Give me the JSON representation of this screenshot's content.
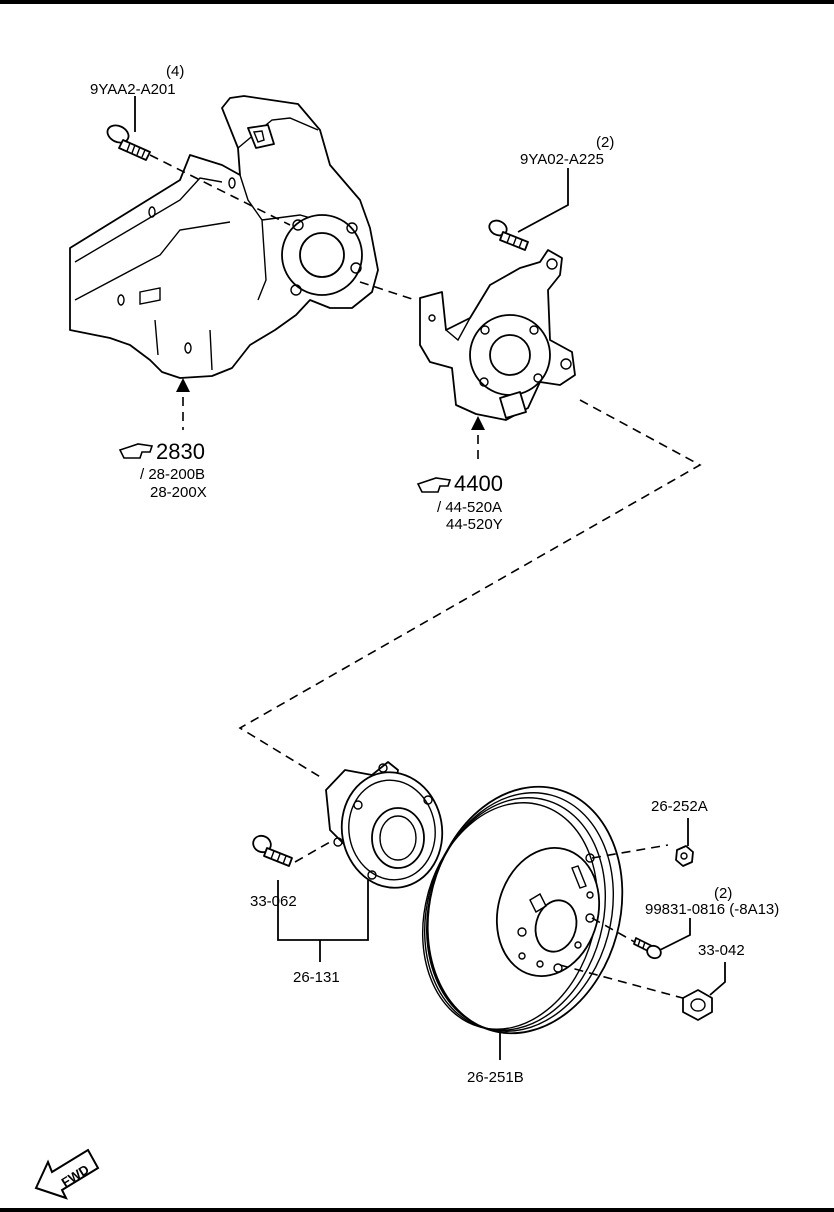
{
  "labels": {
    "bolt_upper_qty": "(4)",
    "bolt_upper": "9YAA2-A201",
    "bolt_knuckle_qty": "(2)",
    "bolt_knuckle": "9YA02-A225",
    "ref_2830": "2830",
    "ref_2830_sub1": "/ 28-200B",
    "ref_2830_sub2": "28-200X",
    "ref_4400": "4400",
    "ref_4400_sub1": "/ 44-520A",
    "ref_4400_sub2": "44-520Y",
    "part_26_252a": "26-252A",
    "part_99831_qty": "(2)",
    "part_99831": "99831-0816 (-8A13)",
    "part_33_042": "33-042",
    "part_33_062": "33-062",
    "part_26_131": "26-131",
    "part_26_251b": "26-251B",
    "fwd": "FWD"
  },
  "icons": {
    "ref_pointer": "pointing-hand-icon",
    "fwd_arrow": "fwd-arrow-icon"
  }
}
